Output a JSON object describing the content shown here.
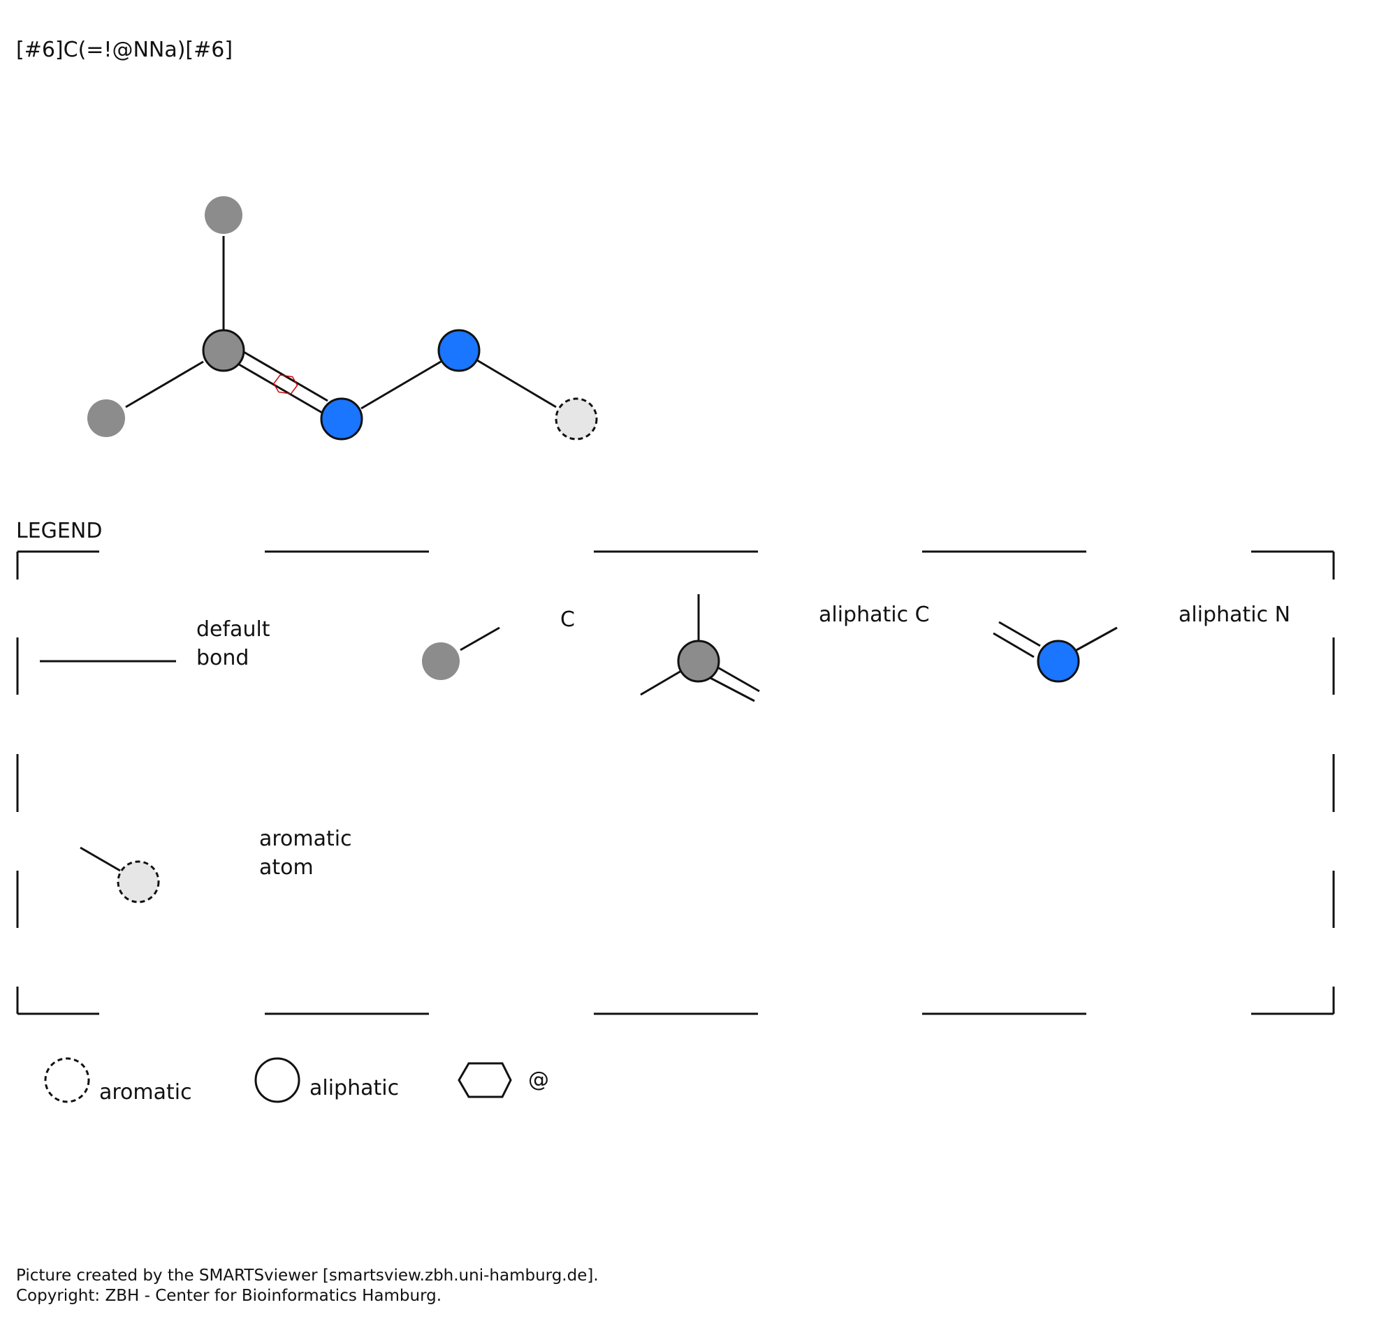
{
  "smarts": "[#6]C(=!@NNa)[#6]",
  "legend": {
    "title": "LEGEND",
    "items": {
      "default_bond_line1": "default",
      "default_bond_line2": "bond",
      "atom_c": "C",
      "aliphatic_c": "aliphatic C",
      "aliphatic_n": "aliphatic N",
      "aromatic_atom_line1": "aromatic",
      "aromatic_atom_line2": "atom"
    },
    "key": {
      "aromatic": "aromatic",
      "aliphatic": "aliphatic",
      "ring_bond": "@"
    }
  },
  "footer": {
    "line1": "Picture created by the SMARTSviewer [smartsview.zbh.uni-hamburg.de].",
    "line2": "Copyright: ZBH - Center for Bioinformatics Hamburg."
  },
  "colors": {
    "carbon": "#8c8c8c",
    "nitrogen": "#1a75ff",
    "aromatic_fill": "#e6e6e6",
    "ring_marker": "#cc0000"
  }
}
